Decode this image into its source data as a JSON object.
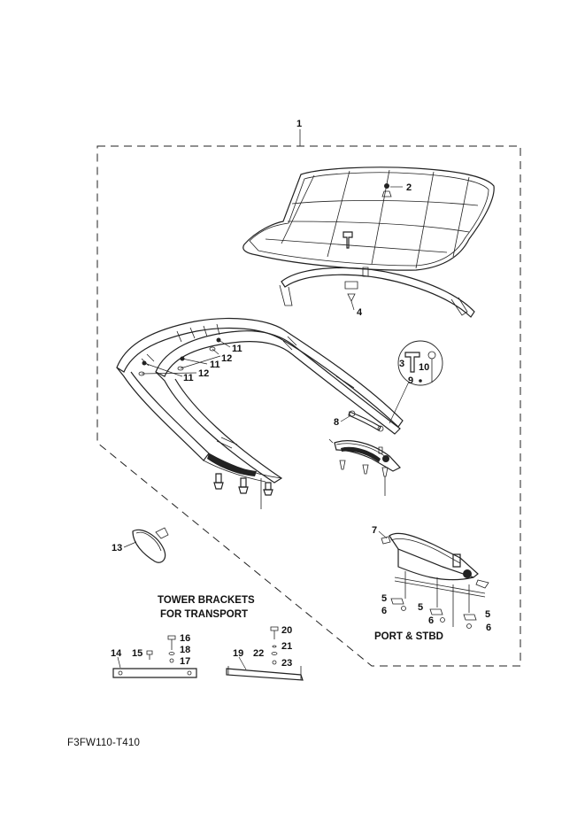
{
  "assembly_label": "1",
  "callouts": [
    {
      "id": "c2",
      "text": "2"
    },
    {
      "id": "c3",
      "text": "3"
    },
    {
      "id": "c4",
      "text": "4"
    },
    {
      "id": "c5a",
      "text": "5"
    },
    {
      "id": "c5b",
      "text": "5"
    },
    {
      "id": "c5c",
      "text": "5"
    },
    {
      "id": "c6a",
      "text": "6"
    },
    {
      "id": "c6b",
      "text": "6"
    },
    {
      "id": "c6c",
      "text": "6"
    },
    {
      "id": "c7",
      "text": "7"
    },
    {
      "id": "c8",
      "text": "8"
    },
    {
      "id": "c9",
      "text": "9"
    },
    {
      "id": "c10",
      "text": "10"
    },
    {
      "id": "c11a",
      "text": "11"
    },
    {
      "id": "c11b",
      "text": "11"
    },
    {
      "id": "c11c",
      "text": "11"
    },
    {
      "id": "c12a",
      "text": "12"
    },
    {
      "id": "c12b",
      "text": "12"
    },
    {
      "id": "c13",
      "text": "13"
    },
    {
      "id": "c14",
      "text": "14"
    },
    {
      "id": "c15",
      "text": "15"
    },
    {
      "id": "c16",
      "text": "16"
    },
    {
      "id": "c17",
      "text": "17"
    },
    {
      "id": "c18",
      "text": "18"
    },
    {
      "id": "c19",
      "text": "19"
    },
    {
      "id": "c20",
      "text": "20"
    },
    {
      "id": "c21",
      "text": "21"
    },
    {
      "id": "c22",
      "text": "22"
    },
    {
      "id": "c23",
      "text": "23"
    }
  ],
  "captions": {
    "tower_brackets_line1": "TOWER BRACKETS",
    "tower_brackets_line2": "FOR TRANSPORT",
    "port_stbd": "PORT & STBD"
  },
  "drawing_code": "F3FW110-T410"
}
